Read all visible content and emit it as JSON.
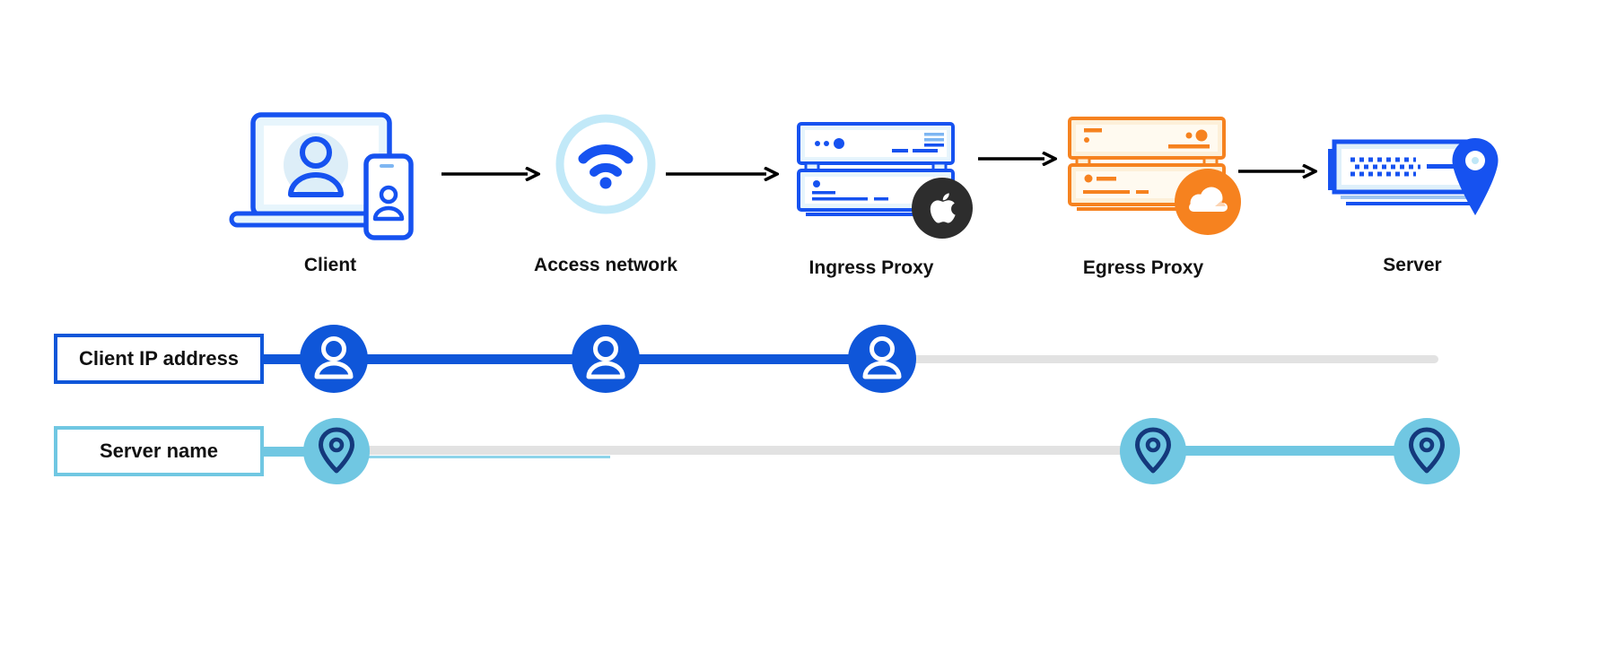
{
  "flow_nodes": [
    {
      "label": "Client",
      "icon": "laptop-phone-user-icon"
    },
    {
      "label": "Access network",
      "icon": "wifi-icon"
    },
    {
      "label": "Ingress Proxy",
      "icon": "server-stack-icon",
      "badge": "apple-logo-icon"
    },
    {
      "label": "Egress Proxy",
      "icon": "server-stack-icon",
      "badge": "cloudflare-logo-icon"
    },
    {
      "label": "Server",
      "icon": "server-location-pin-icon"
    }
  ],
  "tracks": [
    {
      "label": "Client IP address",
      "marker_icon": "user-icon",
      "marker_count": 3
    },
    {
      "label": "Server name",
      "marker_icon": "location-pin-icon",
      "marker_count": 3
    }
  ],
  "colors": {
    "icon_blue": "#1652f0",
    "track_blue": "#0f56d9",
    "light_blue_fill": "#e7f5fc",
    "wifi_ring": "#c2e9f8",
    "sky_blue": "#70c7e2",
    "navy": "#14397c",
    "grey_line": "#e2e2e2",
    "orange": "#f6821f",
    "orange_fill": "#fdf0d9",
    "apple_badge": "#2d2d2d",
    "arrow_black": "#000000"
  }
}
